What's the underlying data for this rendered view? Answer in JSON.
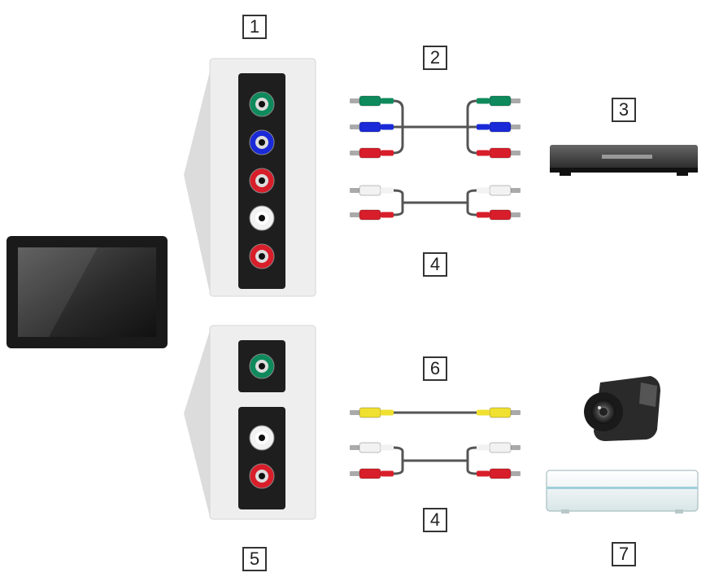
{
  "labels": {
    "n1": "1",
    "n2": "2",
    "n3": "3",
    "n4a": "4",
    "n5": "5",
    "n6": "6",
    "n4b": "4",
    "n7": "7"
  },
  "colors": {
    "green": "#0e8a5c",
    "blue": "#1a2ad8",
    "red": "#d81e2a",
    "white": "#f2f2f2",
    "yellow": "#f0e030",
    "panel": "#eeeeee",
    "jack_panel": "#1e1e1e"
  },
  "icons": {
    "tv": "flat-tv-icon",
    "player": "dvd-player-icon",
    "camcorder": "camcorder-icon",
    "console": "game-console-icon"
  }
}
